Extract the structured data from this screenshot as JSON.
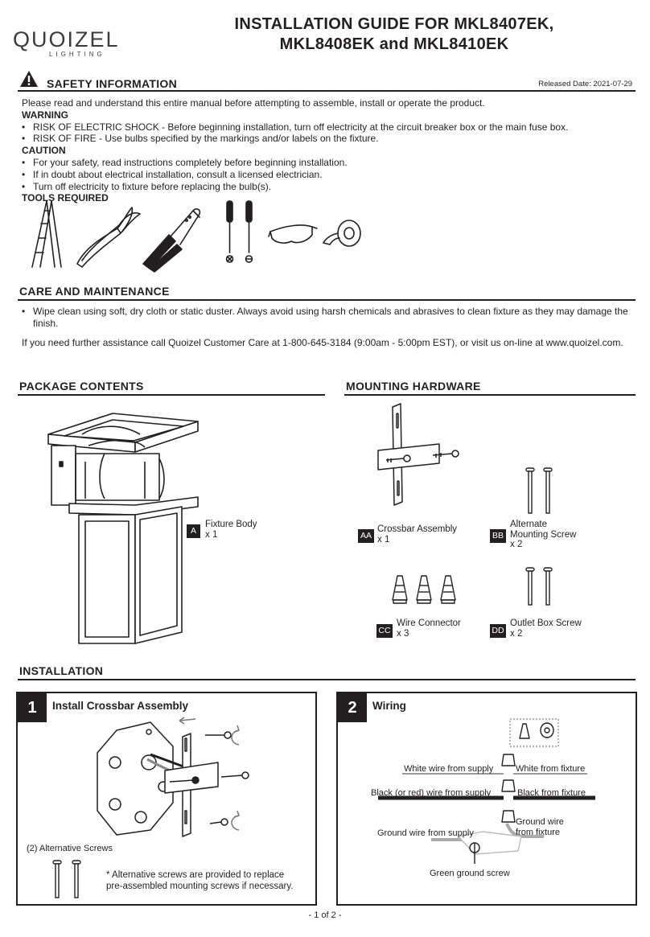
{
  "header": {
    "brand": "QUOIZEL",
    "brand_sub": "LIGHTING",
    "title_line1": "INSTALLATION GUIDE FOR MKL8407EK,",
    "title_line2": "MKL8408EK and MKL8410EK"
  },
  "safety": {
    "heading": "SAFETY INFORMATION",
    "released": "Released Date: 2021-07-29",
    "intro": "Please read and understand this entire manual before attempting to assemble, install or operate the product.",
    "warning_heading": "WARNING",
    "warning_items": [
      "RISK OF ELECTRIC SHOCK - Before beginning installation, turn off electricity at the circuit breaker box or the main fuse box.",
      "RISK OF FIRE - Use bulbs specified by the markings and/or labels on the fixture."
    ],
    "caution_heading": "CAUTION",
    "caution_items": [
      "For your safety, read instructions completely before beginning installation.",
      "If in doubt about electrical installation, consult a licensed electrician.",
      "Turn off electricity to fixture before replacing the bulb(s)."
    ],
    "tools_heading": "TOOLS REQUIRED"
  },
  "care": {
    "heading": "CARE AND MAINTENANCE",
    "bullet": "Wipe clean using soft, dry cloth or static duster. Always avoid using harsh chemicals and abrasives to clean fixture as they may damage the finish.",
    "assist": "If you need further assistance call Quoizel Customer Care at 1-800-645-3184 (9:00am - 5:00pm EST), or visit us on-line at www.quoizel.com."
  },
  "package": {
    "heading": "PACKAGE CONTENTS",
    "part_code": "A",
    "part_name": "Fixture Body",
    "part_qty": "x 1"
  },
  "hardware": {
    "heading": "MOUNTING HARDWARE",
    "items": [
      {
        "code": "AA",
        "name": "Crossbar Assembly",
        "qty": "x  1"
      },
      {
        "code": "BB",
        "name_line1": "Alternate",
        "name_line2": "Mounting Screw",
        "qty": "x  2"
      },
      {
        "code": "CC",
        "name": "Wire Connector",
        "qty": "x  3"
      },
      {
        "code": "DD",
        "name": "Outlet Box Screw",
        "qty": "x  2"
      }
    ]
  },
  "installation": {
    "heading": "INSTALLATION",
    "step1": {
      "number": "1",
      "title": "Install Crossbar Assembly",
      "alt_screws": "(2) Alternative Screws",
      "note_line1": "* Alternative screws are provided to replace",
      "note_line2": "pre-assembled mounting screws if necessary."
    },
    "step2": {
      "number": "2",
      "title": "Wiring",
      "white_supply": "White wire from supply",
      "white_fixture": "White from fixture",
      "black_supply": "Black (or red) wire from supply",
      "black_fixture": "Black from fixture",
      "ground_supply": "Ground wire from supply",
      "ground_fixture_line1": "Ground wire",
      "ground_fixture_line2": "from fixture",
      "green_screw": "Green ground screw"
    }
  },
  "footer": {
    "page": "- 1 of 2 -"
  }
}
